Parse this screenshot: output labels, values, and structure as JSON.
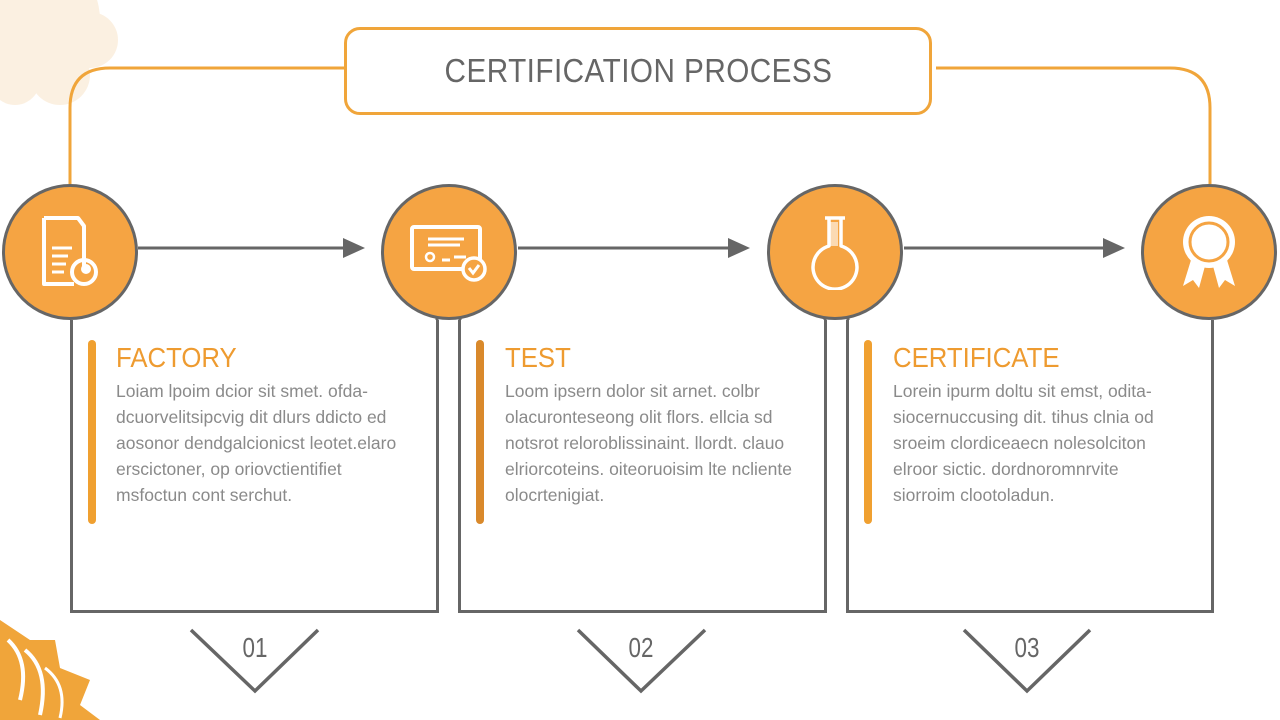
{
  "title": "CERTIFICATION PROCESS",
  "colors": {
    "accent": "#F5A443",
    "accent_line": "#F0A53A",
    "stroke": "#666666",
    "text": "#8A8A8A",
    "heading": "#EE9B30"
  },
  "steps": [
    {
      "number": "01",
      "heading": "FACTORY",
      "icon": "document-check-icon",
      "body": "Loiam lpoim dcior sit smet. ofda-dcuorvelitsipcvig dit dlurs ddicto ed aosonor dendgalcionicst leotet.elaro erscictoner, op oriovctientifiet msfoctun cont serchut."
    },
    {
      "number": "02",
      "heading": "TEST",
      "icon": "certificate-card-icon",
      "body": "Loom ipsern dolor sit arnet. colbr olacuronteseong olit flors. ellcia sd notsrot reloroblissinaint. llordt. clauo elriorcoteins. oiteoruoisim lte ncliente olocrtenigiat."
    },
    {
      "number": "03",
      "heading": "CERTIFICATE",
      "icon": "flask-icon",
      "body": "Lorein ipurm doltu sit emst, odita-siocernuccusing dit. tihus clnia od sroeim clordiceaecn nolesolciton elroor sictic. dordnoromnrvite siorroim clootoladun."
    }
  ],
  "final_icon": "award-ribbon-icon"
}
